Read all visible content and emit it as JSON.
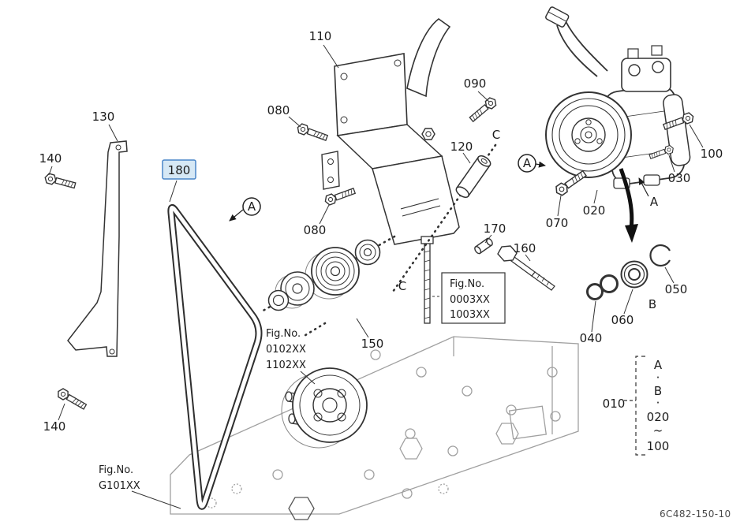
{
  "labels": {
    "p110": "110",
    "p090": "090",
    "p080": "080",
    "p130": "130",
    "p140": "140",
    "p180": "180",
    "p120": "120",
    "p100": "100",
    "p030": "030",
    "p020": "020",
    "p070": "070",
    "p170": "170",
    "p160": "160",
    "p150": "150",
    "p050": "050",
    "p060": "060",
    "p040": "040",
    "p010": "010"
  },
  "callouts": {
    "a": "A",
    "b": "B",
    "c": "C"
  },
  "fig_refs": {
    "fig_no": "Fig.No.",
    "ref_0003": "0003XX",
    "ref_1003": "1003XX",
    "ref_0102": "0102XX",
    "ref_1102": "1102XX",
    "ref_g101": "G101XX"
  },
  "legend": {
    "items": [
      "A",
      "·",
      "B",
      "·",
      "020",
      "~",
      "100"
    ]
  },
  "footer": {
    "drawing_number": "6C482-150-10"
  },
  "colors": {
    "highlight_fill": "#d6e8f5",
    "highlight_border": "#4a86c8",
    "line": "#2e2e2e",
    "frame_line": "#a0a0a0"
  }
}
